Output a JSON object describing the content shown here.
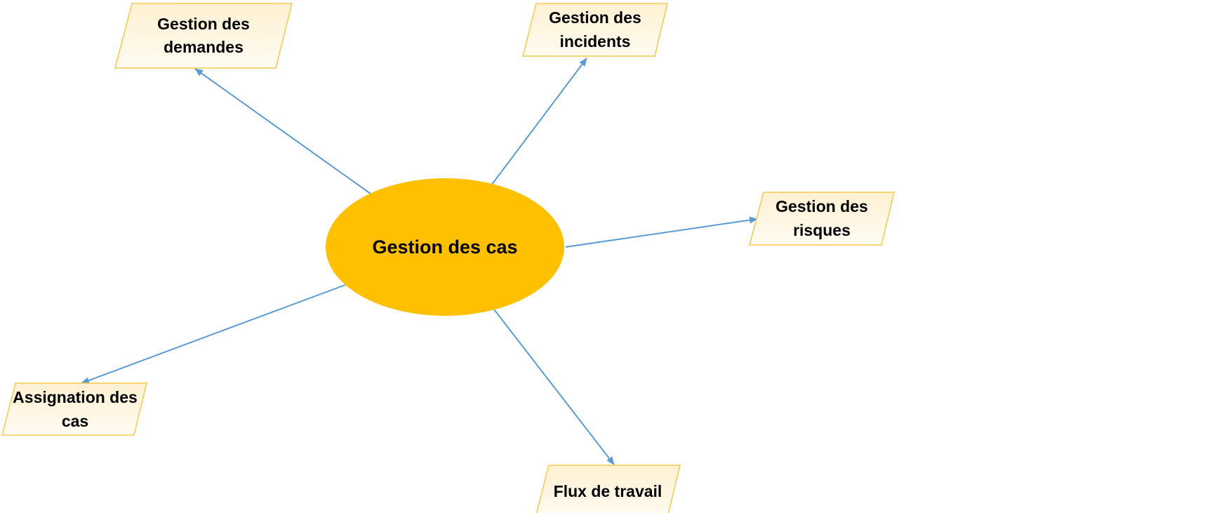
{
  "center": {
    "label": "Gestion des cas",
    "color": "#FFC000"
  },
  "colors": {
    "node_fill": "#FFF6E3",
    "node_border": "#F2C94C",
    "arrow": "#5B9BD5"
  },
  "nodes": [
    {
      "id": "gestion-des-demandes",
      "lines": [
        "Gestion des",
        "demandes"
      ]
    },
    {
      "id": "gestion-des-incidents",
      "lines": [
        "Gestion des",
        "incidents"
      ]
    },
    {
      "id": "gestion-des-risques",
      "lines": [
        "Gestion des",
        "risques"
      ]
    },
    {
      "id": "flux-de-travail",
      "lines": [
        "Flux de travail"
      ]
    },
    {
      "id": "assignation-des-cas",
      "lines": [
        "Assignation des",
        "cas"
      ]
    }
  ]
}
